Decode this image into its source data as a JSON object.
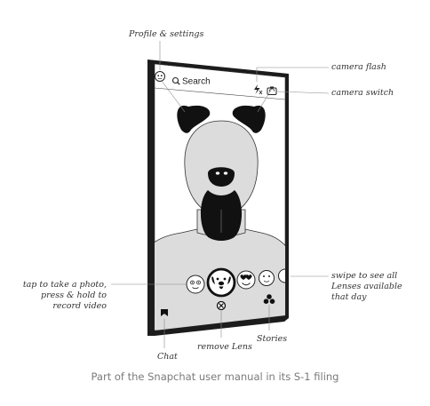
{
  "phone": {
    "search_label": "Search"
  },
  "callouts": {
    "profile_settings": "Profile & settings",
    "camera_flash": "camera flash",
    "camera_switch": "camera switch",
    "capture_line1": "tap to take a photo,",
    "capture_line2": "press & hold to",
    "capture_line3": "record video",
    "swipe_line1": "swipe to see all",
    "swipe_line2": "Lenses available",
    "swipe_line3": "that day",
    "remove_lens": "remove Lens",
    "stories": "Stories",
    "chat": "Chat"
  },
  "caption": "Part of the Snapchat user manual in its S-1 filing",
  "icons": [
    "profile-icon",
    "search-icon",
    "flash-off-icon",
    "camera-switch-icon",
    "chat-icon",
    "remove-lens-icon",
    "stories-icon"
  ]
}
